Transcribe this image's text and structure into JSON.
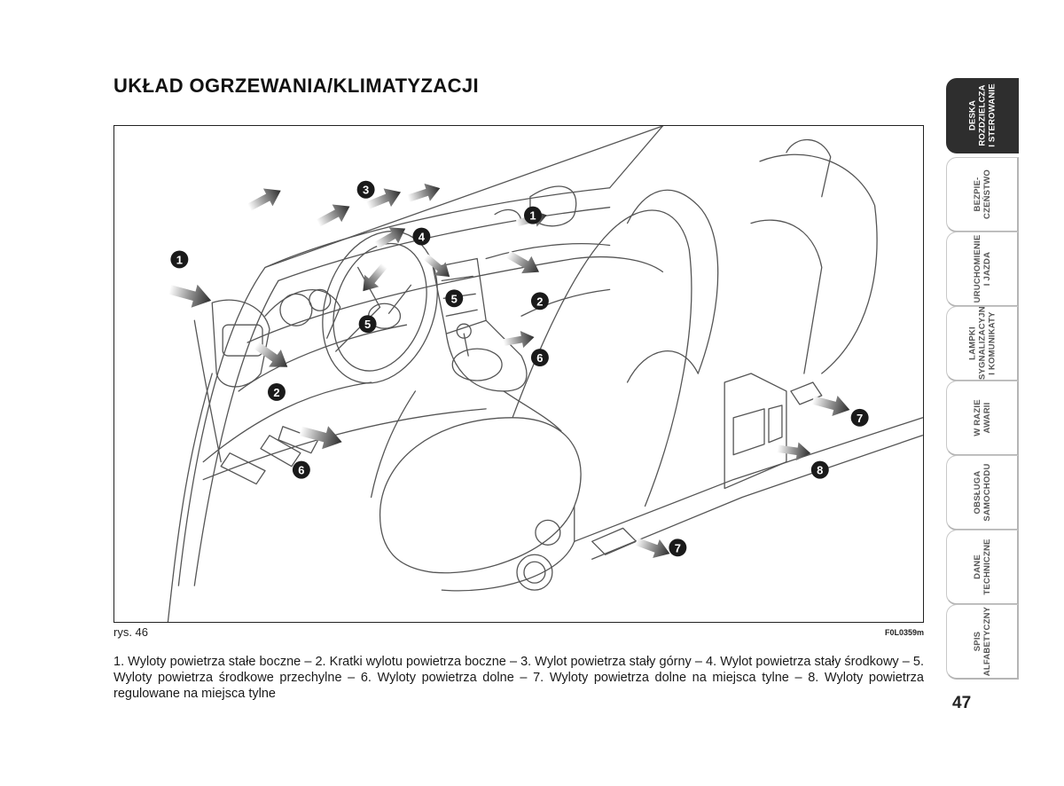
{
  "page": {
    "title": "UKŁAD OGRZEWANIA/KLIMATYZACJI",
    "number": "47"
  },
  "figure": {
    "label": "rys. 46",
    "code": "F0L0359m",
    "callouts": [
      "1",
      "1",
      "2",
      "2",
      "3",
      "4",
      "5",
      "5",
      "6",
      "6",
      "7",
      "7",
      "8"
    ]
  },
  "caption": "1. Wyloty powietrza stałe boczne – 2. Kratki wylotu powietrza boczne – 3. Wylot powietrza stały górny – 4. Wylot powietrza stały środkowy – 5. Wyloty powietrza środkowe przechylne – 6. Wyloty powietrza dolne – 7. Wyloty powietrza dolne na miejsca tylne – 8. Wyloty powietrza regulowane na miejsca tylne",
  "side_tabs": [
    {
      "label": "DESKA\nROZDZIELCZA\nI STEROWANIE",
      "active": true
    },
    {
      "label": "BEZPIE-\nCZEŃSTWO",
      "active": false
    },
    {
      "label": "URUCHOMIENIE\nI JAZDA",
      "active": false
    },
    {
      "label": "LAMPKI\nSYGNALIZACYJNE\nI KOMUNIKATY",
      "active": false
    },
    {
      "label": "W RAZIE\nAWARII",
      "active": false
    },
    {
      "label": "OBSŁUGA\nSAMOCHODU",
      "active": false
    },
    {
      "label": "DANE\nTECHNICZNE",
      "active": false
    },
    {
      "label": "SPIS\nALFABETYCZNY",
      "active": false
    }
  ]
}
